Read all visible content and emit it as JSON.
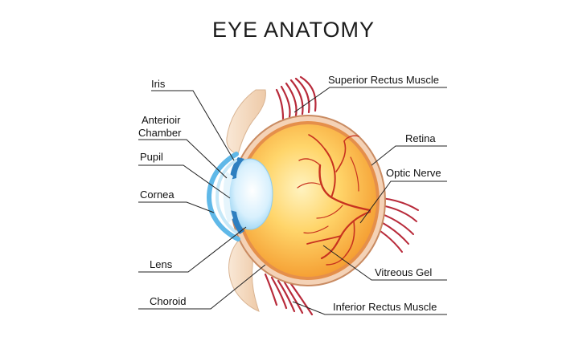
{
  "title": "EYE ANATOMY",
  "labels": {
    "iris": "Iris",
    "anterior_chamber_1": "Anterioir",
    "anterior_chamber_2": "Chamber",
    "pupil": "Pupil",
    "cornea": "Cornea",
    "lens": "Lens",
    "choroid": "Choroid",
    "superior_rectus": "Superior Rectus Muscle",
    "retina": "Retina",
    "optic_nerve": "Optic  Nerve",
    "vitreous_gel": "Vitreous Gel",
    "inferior_rectus": "Inferior Rectus Muscle"
  },
  "colors": {
    "sclera": "#f6d4b8",
    "eyeball_inner": "#ffd46a",
    "eyeball_outer": "#f7a93a",
    "vessels": "#c8321f",
    "muscle": "#b8283a",
    "cornea": "#5fb8e8",
    "lens": "#bfe6fb",
    "skin": "#f4dcc4",
    "leader_line": "#222222"
  }
}
